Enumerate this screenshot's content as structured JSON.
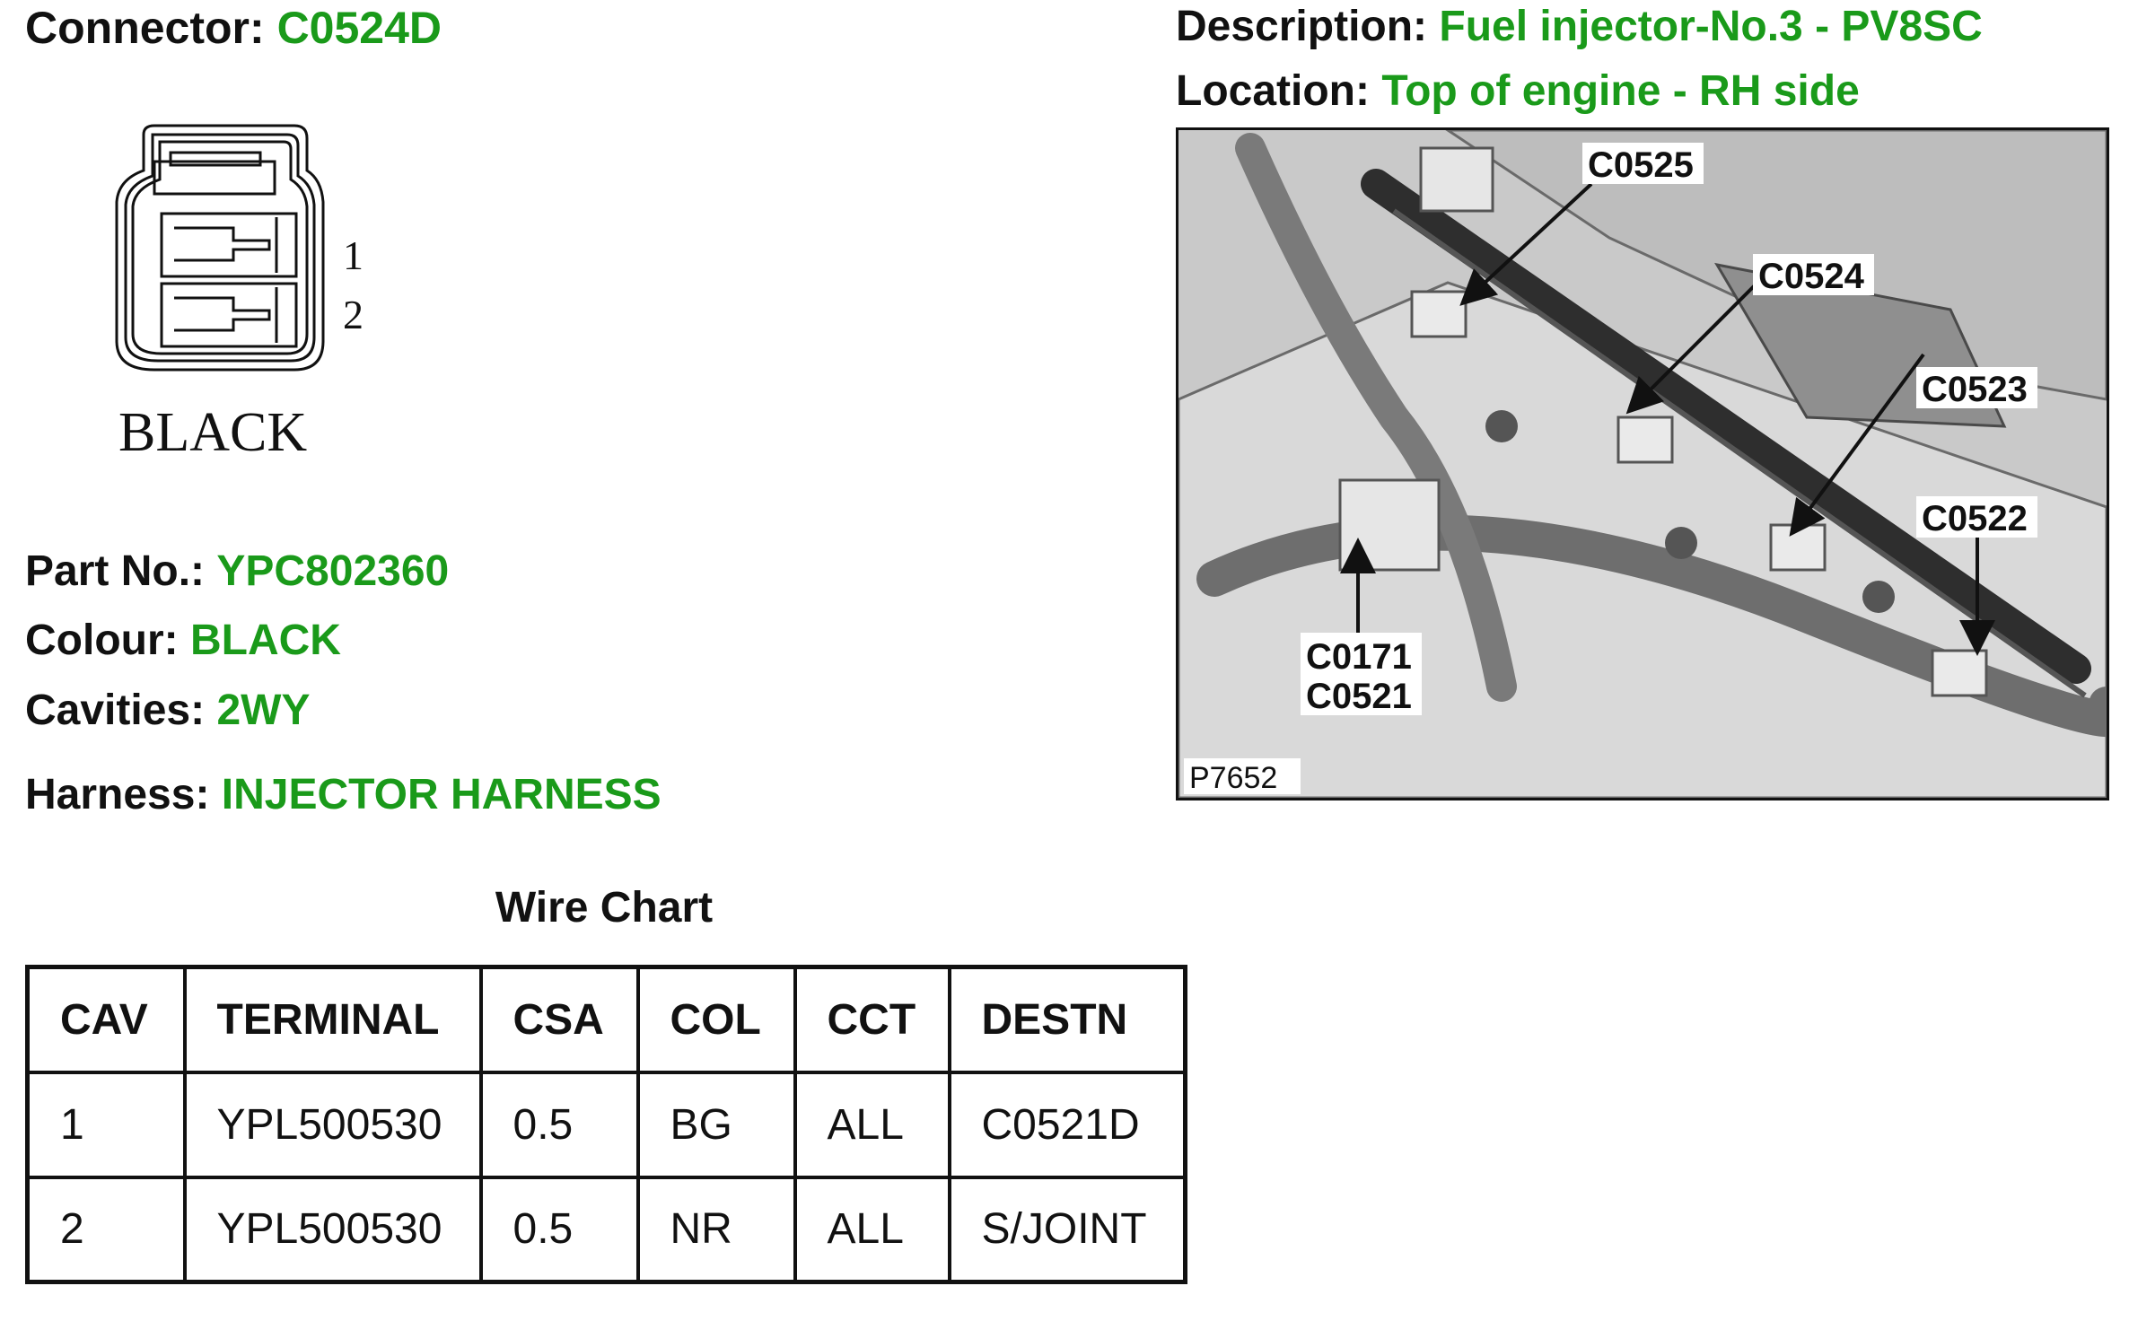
{
  "connector": {
    "label": "Connector:",
    "value": "C0524D"
  },
  "description": {
    "label": "Description:",
    "value": "Fuel injector-No.3 - PV8SC"
  },
  "location": {
    "label": "Location:",
    "value": "Top of engine - RH side"
  },
  "diagram": {
    "pin1": "1",
    "pin2": "2",
    "colour_text": "BLACK"
  },
  "part_no": {
    "label": "Part No.:",
    "value": "YPC802360"
  },
  "colour": {
    "label": "Colour:",
    "value": "BLACK"
  },
  "cavities": {
    "label": "Cavities:",
    "value": "2WY"
  },
  "harness": {
    "label": "Harness:",
    "value": "INJECTOR HARNESS"
  },
  "photo": {
    "ref": "P7652",
    "callouts": [
      "C0525",
      "C0524",
      "C0523",
      "C0522",
      "C0171",
      "C0521"
    ]
  },
  "wire_chart": {
    "title": "Wire Chart",
    "headers": [
      "CAV",
      "TERMINAL",
      "CSA",
      "COL",
      "CCT",
      "DESTN"
    ],
    "rows": [
      [
        "1",
        "YPL500530",
        "0.5",
        "BG",
        "ALL",
        "C0521D"
      ],
      [
        "2",
        "YPL500530",
        "0.5",
        "NR",
        "ALL",
        "S/JOINT"
      ]
    ]
  },
  "colors": {
    "label": "#111111",
    "value_green": "#1a9a1a"
  }
}
